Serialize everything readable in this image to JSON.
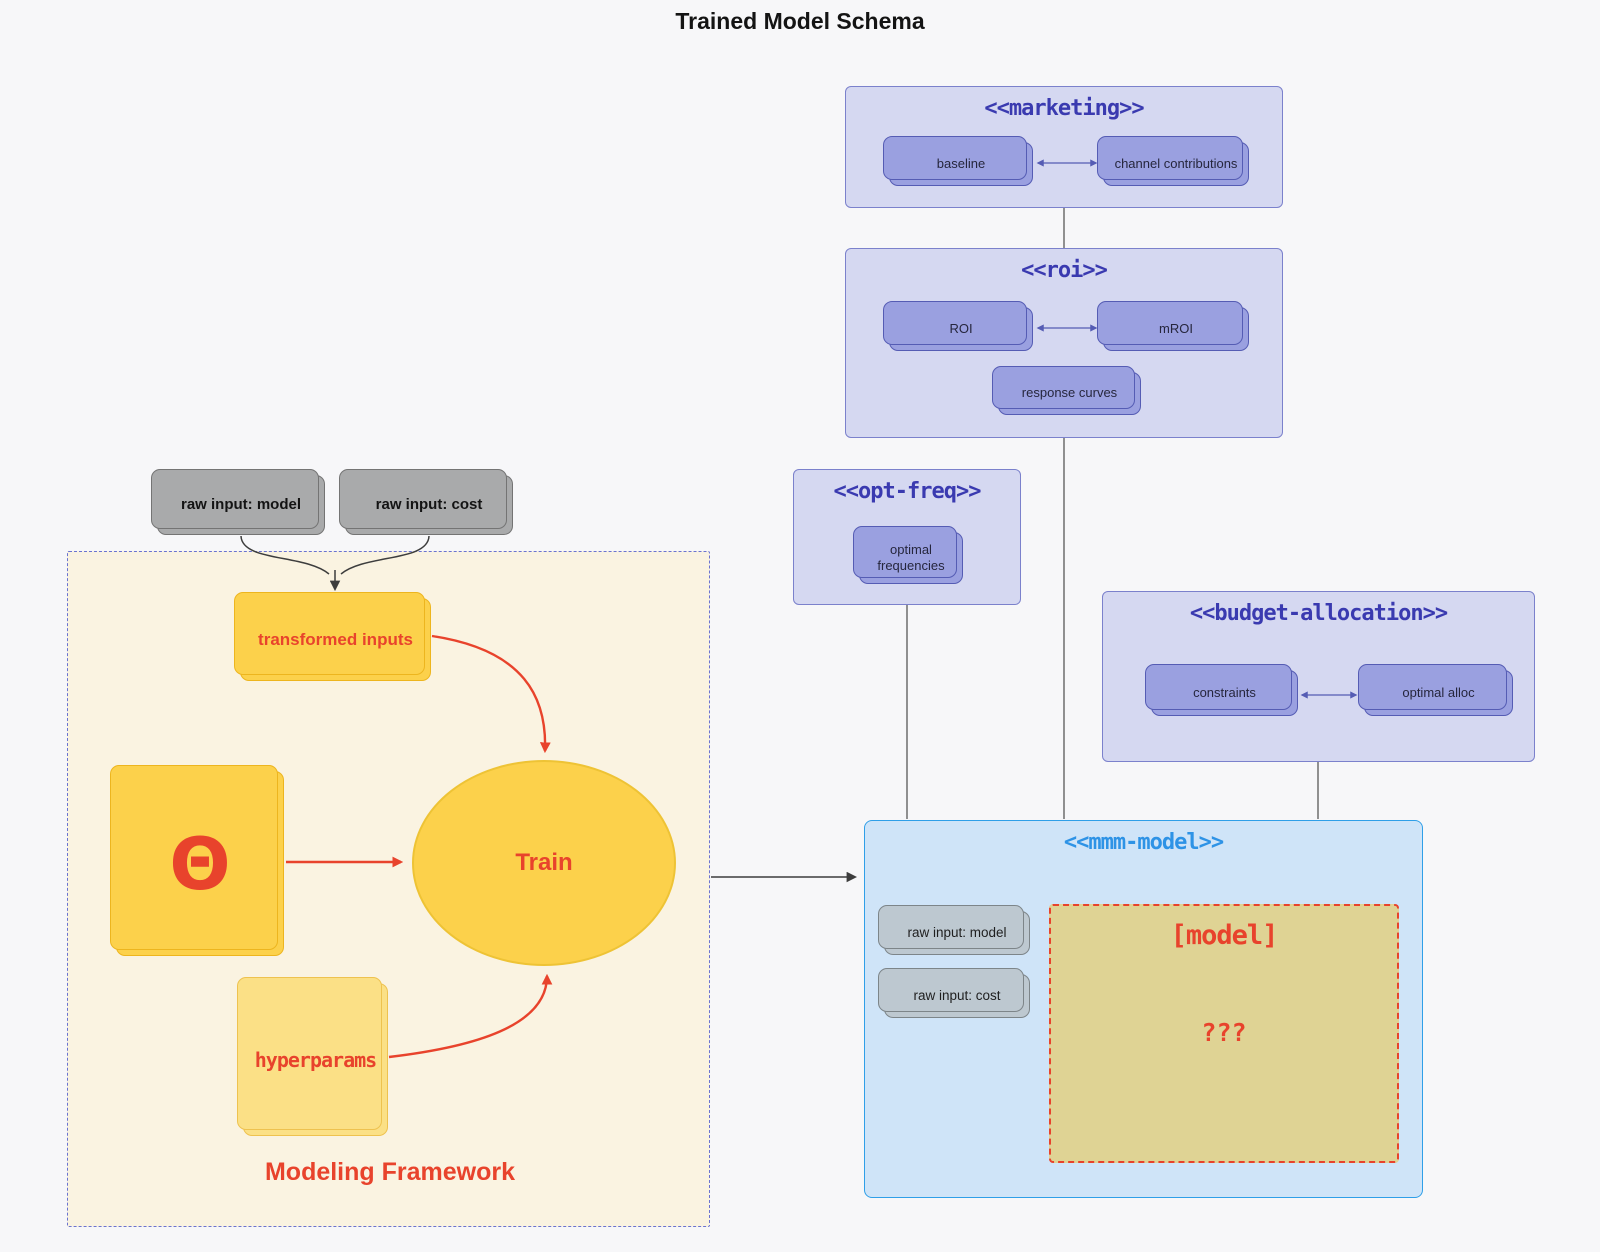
{
  "title": "Trained Model Schema",
  "marketing": {
    "title": "<<marketing>>",
    "baseline": "baseline",
    "channel_contributions": "channel contributions"
  },
  "roi": {
    "title": "<<roi>>",
    "roi": "ROI",
    "mroi": "mROI",
    "response_curves": "response curves"
  },
  "opt_freq": {
    "title": "<<opt-freq>>",
    "optimal_frequencies": "optimal frequencies"
  },
  "budget_allocation": {
    "title": "<<budget-allocation>>",
    "constraints": "constraints",
    "optimal_alloc": "optimal alloc"
  },
  "mmm_model": {
    "title": "<<mmm-model>>",
    "raw_input_model": "raw input: model",
    "raw_input_cost": "raw input: cost",
    "model_placeholder": "[model]",
    "model_unknown": "???"
  },
  "inputs": {
    "raw_input_model": "raw input: model",
    "raw_input_cost": "raw input: cost"
  },
  "modeling_framework": {
    "label": "Modeling Framework",
    "transformed_inputs": "transformed inputs",
    "theta": "Θ",
    "train": "Train",
    "hyperparams": "hyperparams"
  },
  "edges": [
    {
      "from": "marketing",
      "to": "roi",
      "type": "line"
    },
    {
      "from": "roi",
      "to": "mmm-model",
      "type": "line"
    },
    {
      "from": "opt-freq",
      "to": "mmm-model",
      "type": "line"
    },
    {
      "from": "budget-allocation",
      "to": "mmm-model",
      "type": "line"
    },
    {
      "from": "modeling-framework",
      "to": "mmm-model",
      "type": "arrow"
    },
    {
      "from": "baseline",
      "to": "channel contributions",
      "type": "double-arrow"
    },
    {
      "from": "ROI",
      "to": "mROI",
      "type": "double-arrow"
    },
    {
      "from": "constraints",
      "to": "optimal alloc",
      "type": "double-arrow"
    },
    {
      "from": "raw input: model",
      "to": "transformed inputs",
      "type": "arrow"
    },
    {
      "from": "raw input: cost",
      "to": "transformed inputs",
      "type": "arrow"
    },
    {
      "from": "transformed inputs",
      "to": "Train",
      "type": "red-arrow"
    },
    {
      "from": "Θ",
      "to": "Train",
      "type": "red-arrow"
    },
    {
      "from": "hyperparams",
      "to": "Train",
      "type": "red-arrow"
    }
  ],
  "colors": {
    "purple_container_fill": "#d5d8f1",
    "purple_container_border": "#7b81cc",
    "purple_title": "#3a3ab0",
    "purple_node_fill": "#9aa0e0",
    "purple_node_border": "#555cb4",
    "blue_container_fill": "#cfe4f8",
    "blue_accent": "#2e93e6",
    "gray_node_fill": "#a9aaab",
    "steel_node_fill": "#bdc8d0",
    "khaki_fill": "#dfd394",
    "red_accent": "#e8432c",
    "cream_fill": "#faf3e1",
    "framework_border": "#6a73d1",
    "yellow_fill": "#fcd14b",
    "yellow_border": "#edb51e",
    "yellow_light_fill": "#fbe086",
    "connector_gray": "#4b4b4b"
  }
}
